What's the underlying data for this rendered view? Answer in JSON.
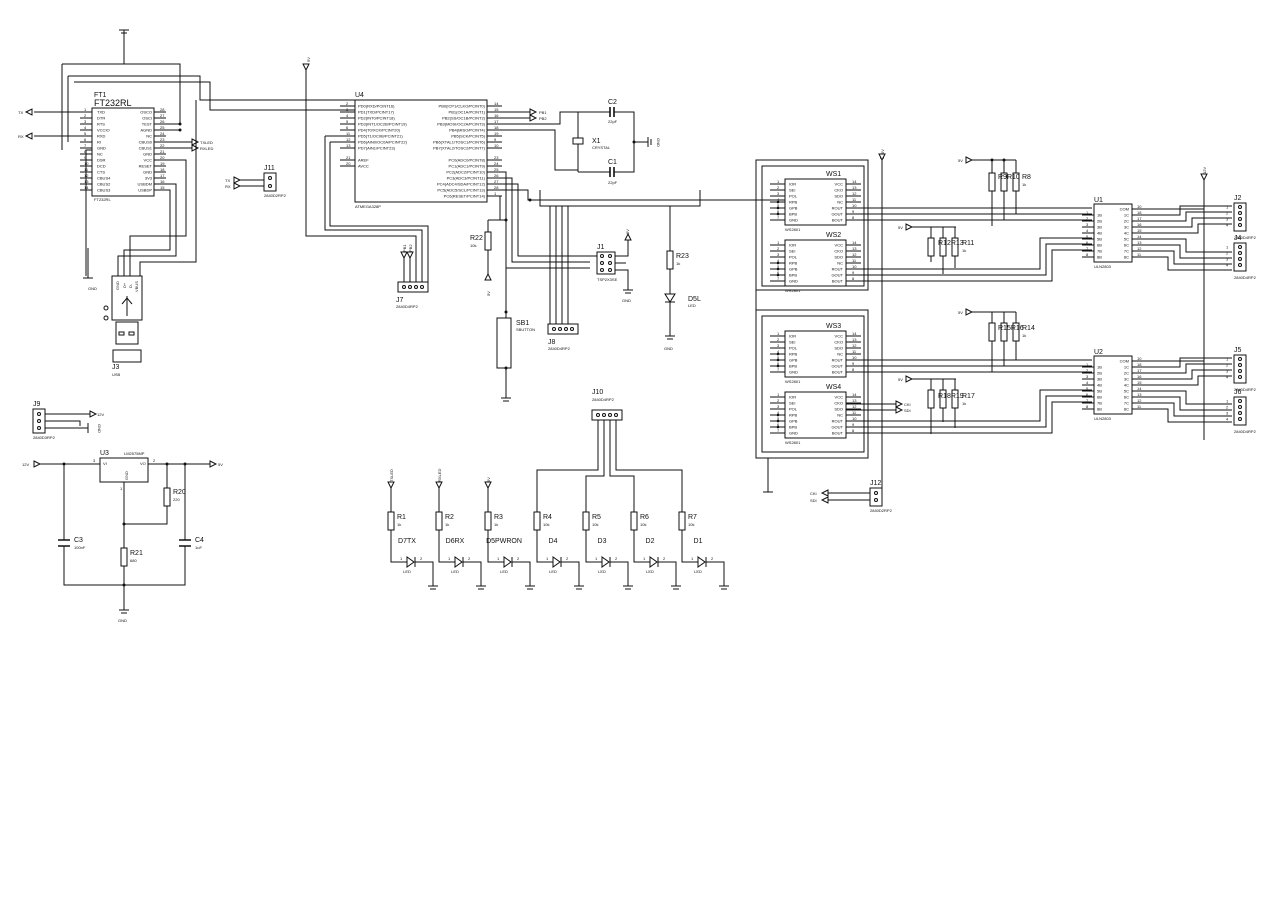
{
  "ics": {
    "ft1": {
      "ref": "FT1",
      "value": "FT232RL",
      "part": "FT232RL",
      "left_pins": [
        "TXD",
        "DTR",
        "RTS",
        "VCCIO",
        "RXD",
        "RI",
        "GND",
        "NC",
        "DSR",
        "DCD",
        "CTS",
        "CBUS4",
        "CBUS2",
        "CBUS3"
      ],
      "left_nums": [
        "1",
        "2",
        "3",
        "4",
        "5",
        "6",
        "7",
        "8",
        "9",
        "10",
        "11",
        "12",
        "13",
        "14"
      ],
      "right_pins": [
        "OSCO",
        "OSCI",
        "TEST",
        "AGND",
        "NC",
        "CBUS0",
        "CBUS1",
        "GND",
        "VCC",
        "RESET",
        "GND",
        "3V3",
        "USBDM",
        "USBDP"
      ],
      "right_nums": [
        "28",
        "27",
        "26",
        "25",
        "24",
        "23",
        "22",
        "21",
        "20",
        "19",
        "18",
        "17",
        "16",
        "15"
      ],
      "ports": [
        "TX",
        "RX",
        "TXLED",
        "RXLED"
      ]
    },
    "u4": {
      "ref": "U4",
      "part": "ATMEGA328P",
      "left_pins": [
        "PD0(RXD/PCINT16)",
        "PD1(TXD/PCINT17)",
        "PD2(INT0/PCINT18)",
        "PD3(INT1/OC2B/PCINT19)",
        "PD4(T0/XCK/PCINT20)",
        "PD5(T1/OC0B/PCINT21)",
        "PD6(AIN0/OC0A/PCINT22)",
        "PD7(AIN1/PCINT23)",
        "AREF",
        "AVCC"
      ],
      "left_nums": [
        "2",
        "3",
        "4",
        "5",
        "6",
        "11",
        "12",
        "13",
        "21",
        "20"
      ],
      "right_pins": [
        "PB0(ICP1/CLKO/PCINT0)",
        "PB1(OC1A/PCINT1)",
        "PB2(SS/OC1B/PCINT2)",
        "PB3(MOSI/OC2A/PCINT3)",
        "PB4(MISO/PCINT4)",
        "PB5(SCK/PCINT5)",
        "PB6(XTAL1/TOSC1/PCINT6)",
        "PB7(XTAL2/TOSC2/PCINT7)",
        "PC0(ADC0/PCINT8)",
        "PC1(ADC1/PCINT9)",
        "PC2(ADC2/PCINT10)",
        "PC3(ADC3/PCINT11)",
        "PC4(ADC4/SDA/PCINT12)",
        "PC5(ADC5/SCL/PCINT13)",
        "PC6(RESET/PCINT14)"
      ],
      "right_nums": [
        "14",
        "15",
        "16",
        "17",
        "18",
        "19",
        "9",
        "10",
        "23",
        "24",
        "25",
        "26",
        "27",
        "28",
        "1"
      ],
      "ports": [
        "PB1",
        "PB2"
      ]
    },
    "ws": [
      {
        "ref": "WS1",
        "part": "WS2801"
      },
      {
        "ref": "WS2",
        "part": "WS2801"
      },
      {
        "ref": "WS3",
        "part": "WS2801"
      },
      {
        "ref": "WS4",
        "part": "WS2801"
      }
    ],
    "ws_left_pins": [
      "IOR",
      "SEI",
      "POL",
      "RPB",
      "GPB",
      "BPB",
      "GND"
    ],
    "ws_right_pins": [
      "VCC",
      "CKO",
      "SDO",
      "NC",
      "ROUT",
      "GOUT",
      "BOUT"
    ],
    "ws_left_nums": [
      "1",
      "2",
      "3",
      "4",
      "5",
      "6",
      "7"
    ],
    "ws_right_nums": [
      "14",
      "13",
      "12",
      "11",
      "10",
      "9",
      "8"
    ],
    "ws_ports": [
      "CKI",
      "SDI"
    ],
    "uln": [
      {
        "ref": "U1",
        "part": "ULN2803"
      },
      {
        "ref": "U2",
        "part": "ULN2803"
      }
    ],
    "uln_left_pins": [
      "1B",
      "2B",
      "3B",
      "4B",
      "5B",
      "6B",
      "7B",
      "8B"
    ],
    "uln_right_pins": [
      "COM",
      "1C",
      "2C",
      "3C",
      "4C",
      "5C",
      "6C",
      "7C",
      "8C"
    ],
    "uln_left_nums": [
      "1",
      "2",
      "3",
      "4",
      "5",
      "6",
      "7",
      "8"
    ],
    "uln_right_nums": [
      "10",
      "18",
      "17",
      "16",
      "15",
      "14",
      "13",
      "12",
      "11"
    ],
    "u3": {
      "ref": "U3",
      "part": "LM2575MP",
      "pins": [
        "VI",
        "VO",
        "GND"
      ],
      "nums": [
        "3",
        "2",
        "1"
      ]
    }
  },
  "connectors": {
    "j2": {
      "ref": "J2",
      "part": "2840D4RP2"
    },
    "j4": {
      "ref": "J4",
      "part": "2840D4RP2"
    },
    "j5": {
      "ref": "J5",
      "part": "2840D4RP2"
    },
    "j6": {
      "ref": "J6",
      "part": "2840D4RP2"
    },
    "j7": {
      "ref": "J7",
      "part": "2840D4RP2"
    },
    "j8": {
      "ref": "J8",
      "part": "2840D4RP2"
    },
    "j9": {
      "ref": "J9",
      "part": "2840D3RP2"
    },
    "j10": {
      "ref": "J10",
      "part": "2840D4RP2"
    },
    "j11": {
      "ref": "J11",
      "part": "2840D2RP2"
    },
    "j12": {
      "ref": "J12",
      "part": "2840D2RP2"
    },
    "j1": {
      "ref": "J1",
      "part": "TSP2X3SE"
    },
    "j3": {
      "ref": "J3",
      "part": "USB",
      "pins": [
        "GND",
        "D+",
        "D-",
        "VBUS"
      ]
    },
    "sb1": {
      "ref": "SB1",
      "part": "SBUTTON"
    }
  },
  "passives": {
    "x1": {
      "ref": "X1",
      "value": "CRYSTAL"
    },
    "c1": {
      "ref": "C1",
      "value": "22pF"
    },
    "c2": {
      "ref": "C2",
      "value": "22pF"
    },
    "c3": {
      "ref": "C3",
      "value": "100nF"
    },
    "c4": {
      "ref": "C4",
      "value": "1uF"
    },
    "r1": {
      "ref": "R1",
      "value": "1k"
    },
    "r2": {
      "ref": "R2",
      "value": "1k"
    },
    "r3": {
      "ref": "R3",
      "value": "1k"
    },
    "r4": {
      "ref": "R4",
      "value": "10k"
    },
    "r5": {
      "ref": "R5",
      "value": "10k"
    },
    "r6": {
      "ref": "R6",
      "value": "10k"
    },
    "r7": {
      "ref": "R7",
      "value": "10k"
    },
    "r8": {
      "ref": "R8",
      "value": "1k"
    },
    "r9r10": {
      "ref": "R9R10",
      "value": "1k"
    },
    "r11": {
      "ref": "R11",
      "value": "1k"
    },
    "r12r13": {
      "ref": "R12R13",
      "value": "1k"
    },
    "r14": {
      "ref": "R14",
      "value": "1k"
    },
    "r15r16": {
      "ref": "R15R16",
      "value": "1k"
    },
    "r17": {
      "ref": "R17",
      "value": "1k"
    },
    "r18r19": {
      "ref": "R18R19",
      "value": "1k"
    },
    "r20": {
      "ref": "R20",
      "value": "220"
    },
    "r21": {
      "ref": "R21",
      "value": "680"
    },
    "r22": {
      "ref": "R22",
      "value": "10k"
    },
    "r23": {
      "ref": "R23",
      "value": "1k"
    }
  },
  "leds": [
    {
      "ref": "D7TX",
      "value": "LED",
      "net": "TXLED"
    },
    {
      "ref": "D6RX",
      "value": "LED",
      "net": "RXLED"
    },
    {
      "ref": "D5PWRON",
      "value": "LED",
      "net": "5V"
    },
    {
      "ref": "D4",
      "value": "LED"
    },
    {
      "ref": "D3",
      "value": "LED"
    },
    {
      "ref": "D2",
      "value": "LED"
    },
    {
      "ref": "D1",
      "value": "LED"
    }
  ],
  "d5l": {
    "ref": "D5L",
    "value": "LED"
  },
  "nets": {
    "gnd": "GND",
    "v5": "5V",
    "v12": "12V",
    "tx": "TX",
    "rx": "RX",
    "cki": "CKI",
    "sdi": "SDI",
    "pb1": "PB1",
    "pb2": "PB2",
    "txled": "TXLED",
    "rxled": "RXLED"
  }
}
